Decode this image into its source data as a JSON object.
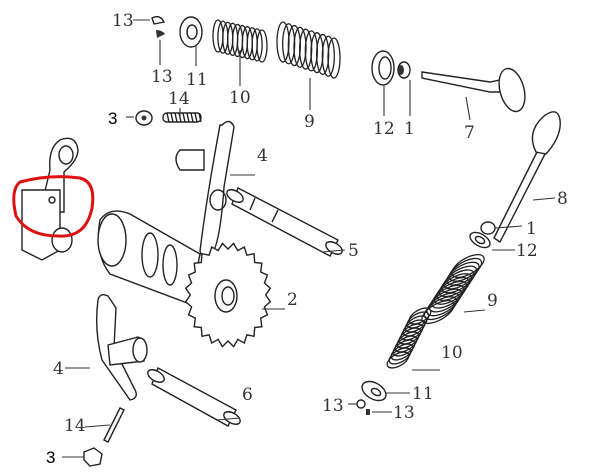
{
  "diagram": {
    "title": "Camshaft and valve assembly exploded view",
    "highlight_color": "#e01010",
    "labels": {
      "retainer_lock_top_a": "13",
      "retainer_lock_top_b": "13",
      "spring_retainer_top": "11",
      "inner_spring_top": "10",
      "outer_spring_top": "9",
      "spring_seat_top": "12",
      "stem_seal_top": "1",
      "intake_valve": "7",
      "nut_top": "3",
      "adjust_screw_top": "14",
      "rocker_arm_top": "4",
      "exhaust_valve": "8",
      "rocker_shaft_top": "5",
      "stem_seal_right": "1",
      "spring_seat_right": "12",
      "cam_sprocket": "2",
      "outer_spring_right": "9",
      "rocker_arm_bottom": "4",
      "inner_spring_right": "10",
      "rocker_shaft_bottom": "6",
      "spring_retainer_bottom": "11",
      "retainer_lock_bottom_a": "13",
      "retainer_lock_bottom_b": "13",
      "adjust_screw_bottom": "14",
      "nut_bottom": "3"
    }
  }
}
